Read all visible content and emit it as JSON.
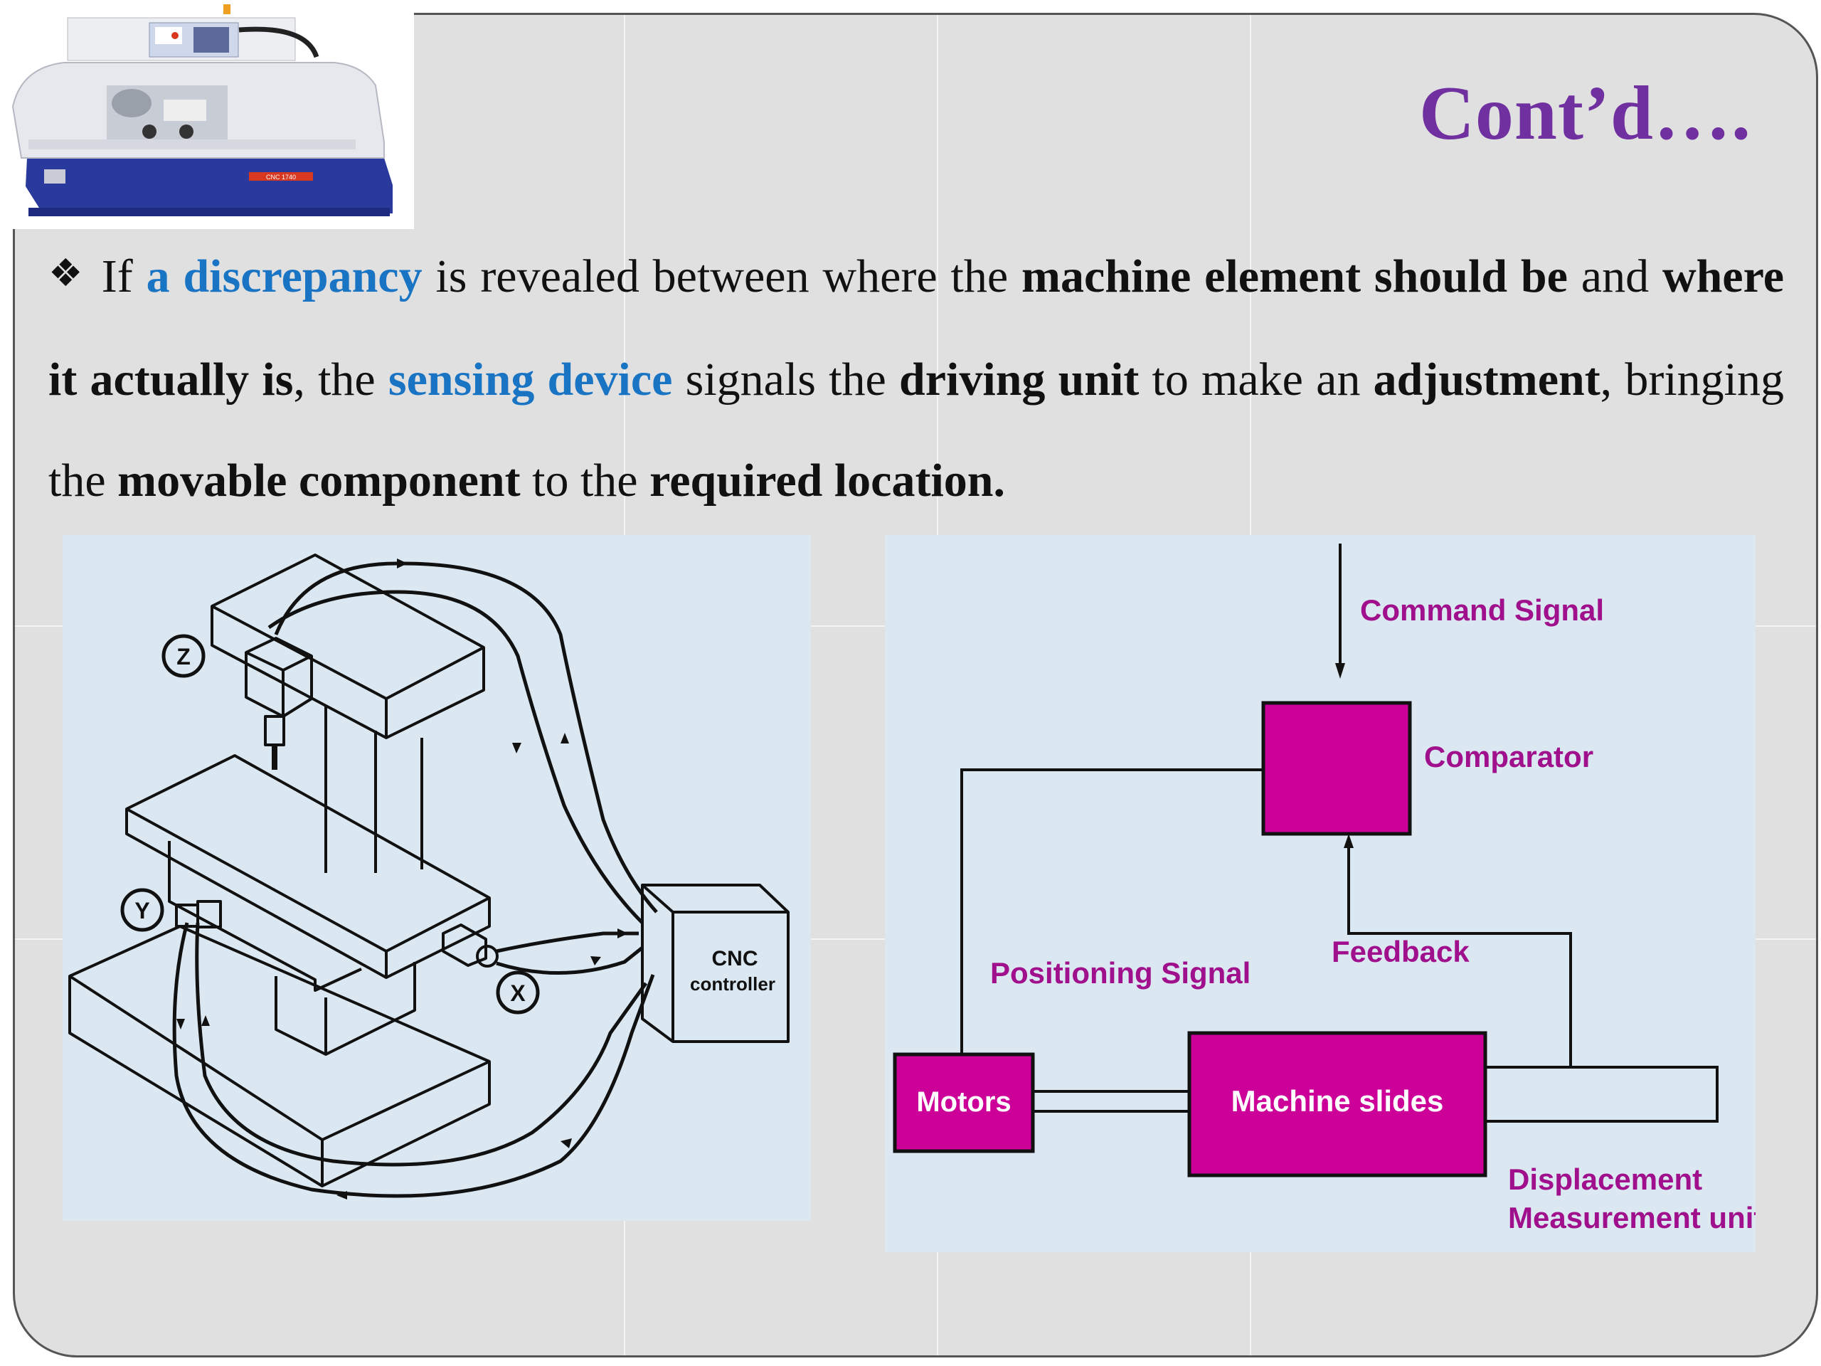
{
  "slide": {
    "title": "Cont’d….",
    "title_color": "#7030a0",
    "accent_blue": "#1a74c4",
    "bullet_icon": "❖",
    "paragraph": [
      {
        "text": "If ",
        "style": "normal"
      },
      {
        "text": "a discrepancy",
        "style": "blue"
      },
      {
        "text": " is revealed between where the ",
        "style": "normal"
      },
      {
        "text": "machine element should be",
        "style": "bold"
      },
      {
        "text": " and ",
        "style": "normal"
      },
      {
        "text": "where it actually is",
        "style": "bold"
      },
      {
        "text": ", the ",
        "style": "normal"
      },
      {
        "text": "sensing device",
        "style": "blue"
      },
      {
        "text": " signals the ",
        "style": "normal"
      },
      {
        "text": "driving unit",
        "style": "bold"
      },
      {
        "text": " to make an ",
        "style": "normal"
      },
      {
        "text": "adjustment",
        "style": "bold"
      },
      {
        "text": ", bringing the ",
        "style": "normal"
      },
      {
        "text": "movable component",
        "style": "bold"
      },
      {
        "text": " to the ",
        "style": "normal"
      },
      {
        "text": "required location.",
        "style": "bold"
      }
    ]
  },
  "photo": {
    "description": "CNC lathe machine",
    "plate_label": "CNC 1740"
  },
  "machine_diagram": {
    "controller_label_1": "CNC",
    "controller_label_2": "controller",
    "axis_z": "Z",
    "axis_y": "Y",
    "axis_x": "X"
  },
  "block_diagram": {
    "block_color": "#cc0099",
    "label_color": "#a0108c",
    "command_signal": "Command Signal",
    "comparator": "Comparator",
    "feedback": "Feedback",
    "positioning_signal": "Positioning Signal",
    "motors": "Motors",
    "machine_slides": "Machine slides",
    "displacement_1": "Displacement",
    "displacement_2": "Measurement unit"
  }
}
